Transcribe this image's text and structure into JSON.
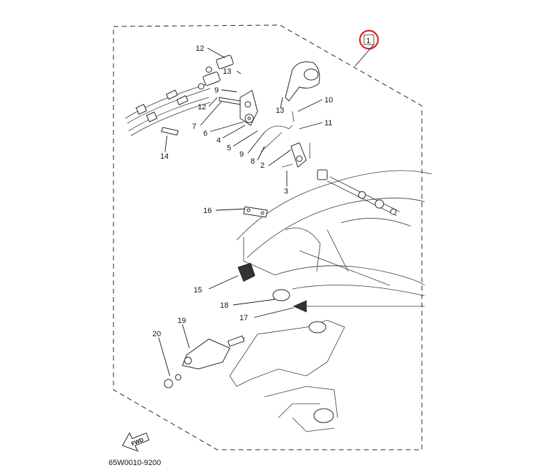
{
  "diagram": {
    "ref_code": "65W0010-9200",
    "direction_label": "FWD",
    "highlight_color": "#e02020",
    "highlighted_callout": "1",
    "callouts": [
      {
        "id": "1",
        "label": "1"
      },
      {
        "id": "2",
        "label": "2"
      },
      {
        "id": "3",
        "label": "3"
      },
      {
        "id": "4",
        "label": "4"
      },
      {
        "id": "5",
        "label": "5"
      },
      {
        "id": "6",
        "label": "6"
      },
      {
        "id": "7",
        "label": "7"
      },
      {
        "id": "8",
        "label": "8"
      },
      {
        "id": "9a",
        "label": "9"
      },
      {
        "id": "9b",
        "label": "9"
      },
      {
        "id": "10",
        "label": "10"
      },
      {
        "id": "11",
        "label": "11"
      },
      {
        "id": "12a",
        "label": "12"
      },
      {
        "id": "12b",
        "label": "12"
      },
      {
        "id": "13a",
        "label": "13"
      },
      {
        "id": "13b",
        "label": "13"
      },
      {
        "id": "14",
        "label": "14"
      },
      {
        "id": "15",
        "label": "15"
      },
      {
        "id": "16",
        "label": "16"
      },
      {
        "id": "17",
        "label": "17"
      },
      {
        "id": "18",
        "label": "18"
      },
      {
        "id": "19",
        "label": "19"
      },
      {
        "id": "20",
        "label": "20"
      }
    ]
  }
}
